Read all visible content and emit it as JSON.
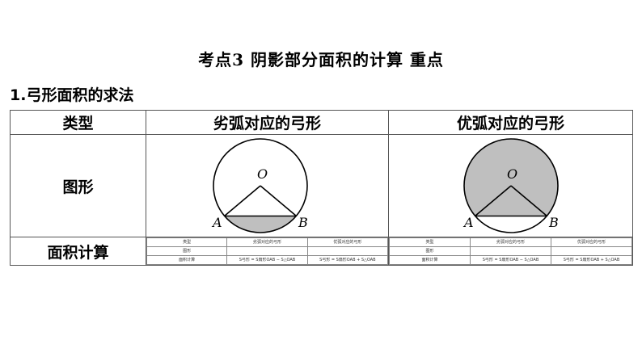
{
  "page_title": "考点3  阴影部分面积的计算  重点",
  "section_heading": "1.弓形面积的求法",
  "table": {
    "header": {
      "type_label": "类型",
      "minor_label": "劣弧对应的弓形",
      "major_label": "优弧对应的弓形"
    },
    "figure_row_label": "图形",
    "area_row_label": "面积计算",
    "figure_points": {
      "center": "O",
      "left": "A",
      "right": "B"
    },
    "mini_table": {
      "header": [
        "类型",
        "劣弧对应的弓形",
        "优弧对应的弓形"
      ],
      "figure_label": "图形",
      "area_label": "面积计算",
      "minor_formula": "S弓形 = S扇形OAB − S△OAB",
      "major_formula": "S弓形 = S扇形OAB + S△OAB"
    }
  },
  "colors": {
    "shade": "#bfbfbf",
    "border": "#555555"
  }
}
